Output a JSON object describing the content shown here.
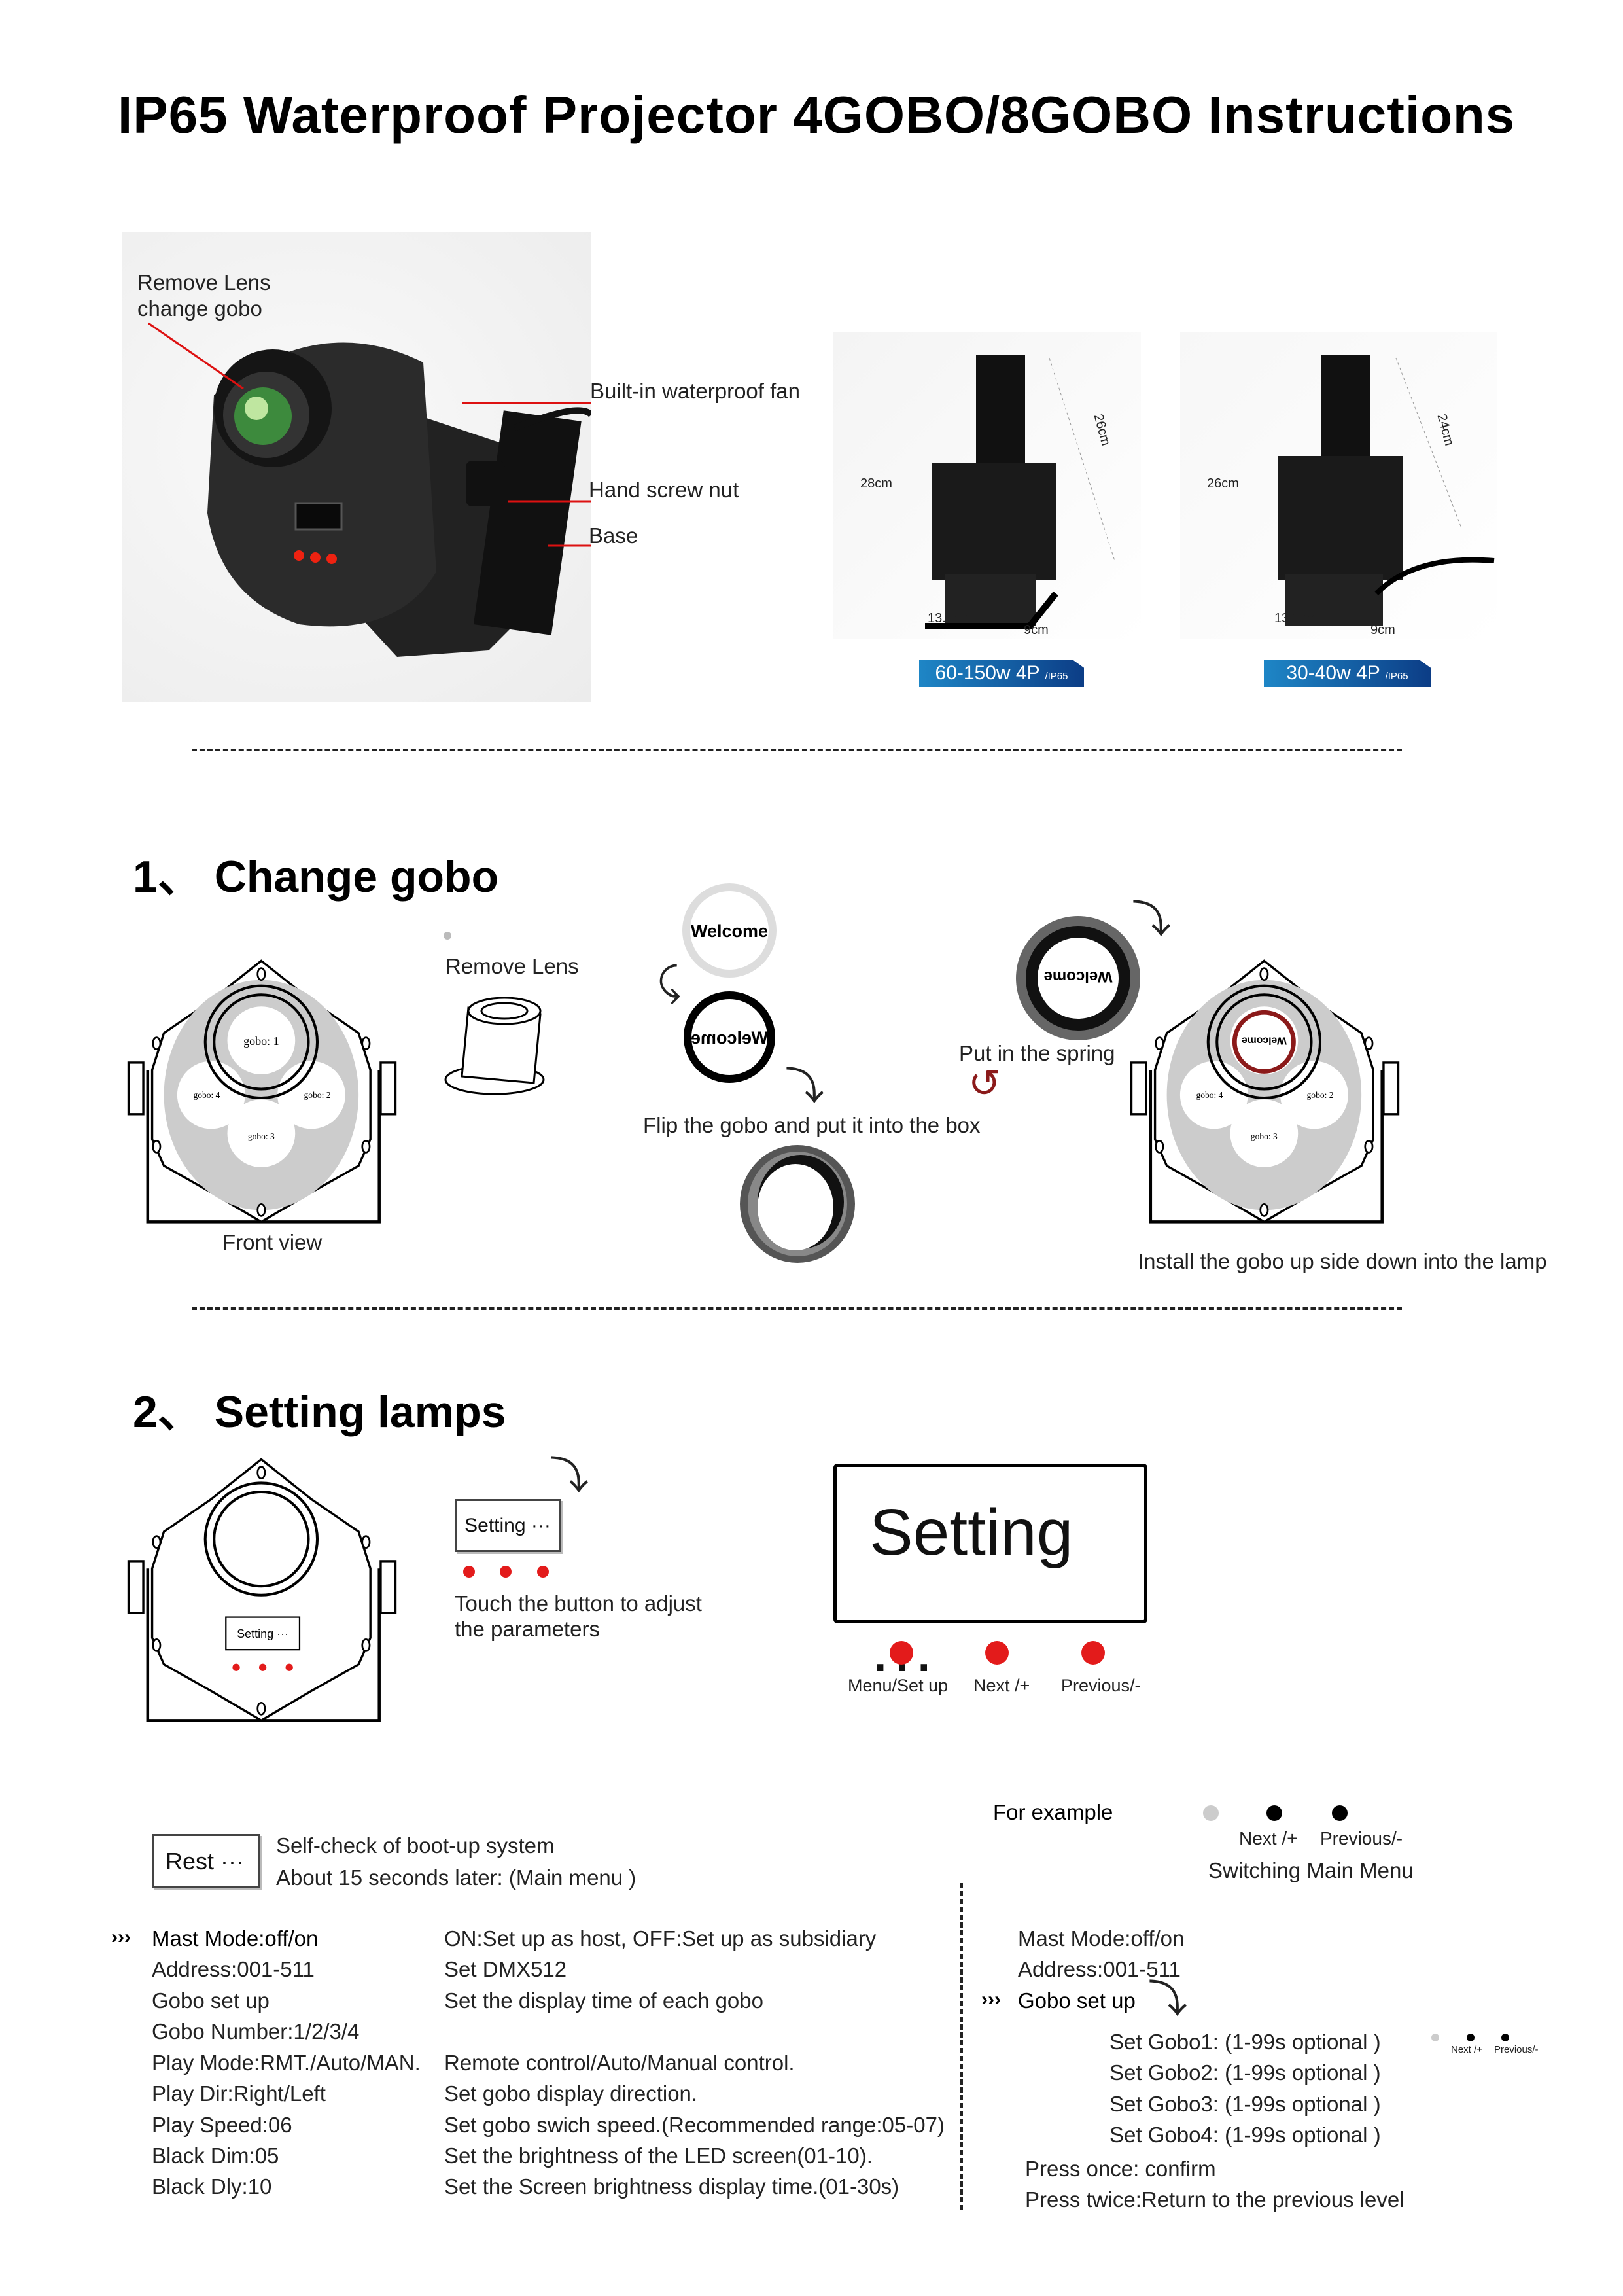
{
  "title": "IP65 Waterproof  Projector  4GOBO/8GOBO  Instructions",
  "product_photo": {
    "labels": {
      "remove_lens": "Remove Lens",
      "change_gobo": "change gobo",
      "fan": "Built-in waterproof fan",
      "screw": "Hand screw nut",
      "base": "Base"
    }
  },
  "models": [
    {
      "height_label": "28cm",
      "diag_label": "26cm",
      "depth": "13.6cm",
      "width": "9cm",
      "badge": "60-150w 4P",
      "badge_sub": "/IP65"
    },
    {
      "height_label": "26cm",
      "diag_label": "24cm",
      "depth": "13.6cm",
      "width": "9cm",
      "badge": "30-40w 4P",
      "badge_sub": "/IP65"
    }
  ],
  "section1": {
    "heading": "1、 Change gobo",
    "front_view": "Front view",
    "gobo_labels": [
      "gobo: 1",
      "gobo: 2",
      "gobo: 3",
      "gobo: 4"
    ],
    "remove_lens": "Remove Lens",
    "welcome": "Welcome",
    "flip_text": "Flip the gobo and put it into the box",
    "spring_text": "Put in the spring",
    "install_text": "Install the gobo up side down into the lamp"
  },
  "section2": {
    "heading": "2、 Setting lamps",
    "small_screen": "Setting ···",
    "touch_text_1": "Touch the button to adjust",
    "touch_text_2": "the parameters",
    "display": "Setting ···",
    "buttons": [
      "Menu/Set up",
      "Next /+",
      "Previous/-"
    ],
    "button_color": "#e31b1b"
  },
  "boot": {
    "screen": "Rest ···",
    "line1": "Self-check of boot-up system",
    "line2": "About 15 seconds later: (Main menu )"
  },
  "menu": [
    {
      "item": "Mast Mode:off/on",
      "desc": "ON:Set up as host,  OFF:Set up as subsidiary"
    },
    {
      "item": "Address:001-511",
      "desc": "Set DMX512"
    },
    {
      "item": "Gobo set up",
      "desc": "Set the display time of each gobo"
    },
    {
      "item": "Gobo Number:1/2/3/4",
      "desc": ""
    },
    {
      "item": "Play Mode:RMT./Auto/MAN.",
      "desc": "Remote control/Auto/Manual control."
    },
    {
      "item": "Play Dir:Right/Left",
      "desc": "Set gobo display direction."
    },
    {
      "item": "Play Speed:06",
      "desc": "Set gobo swich speed.(Recommended range:05-07)"
    },
    {
      "item": "Black Dim:05",
      "desc": "Set the brightness of the LED screen(01-10)."
    },
    {
      "item": "Black Dly:10",
      "desc": "Set the Screen brightness display time.(01-30s)"
    }
  ],
  "example": {
    "heading": "For example",
    "next": "Next /+",
    "previous": "Previous/-",
    "switching": "Switching Main Menu",
    "items": [
      "Mast Mode:off/on",
      "Address:001-511",
      "Gobo set up"
    ],
    "gobo_settings": [
      "Set Gobo1: (1-99s optional )",
      "Set Gobo2: (1-99s optional )",
      "Set Gobo3: (1-99s optional )",
      "Set Gobo4: (1-99s optional )"
    ],
    "press_once": "Press once: confirm",
    "press_twice": "Press twice:Return to the previous level"
  }
}
